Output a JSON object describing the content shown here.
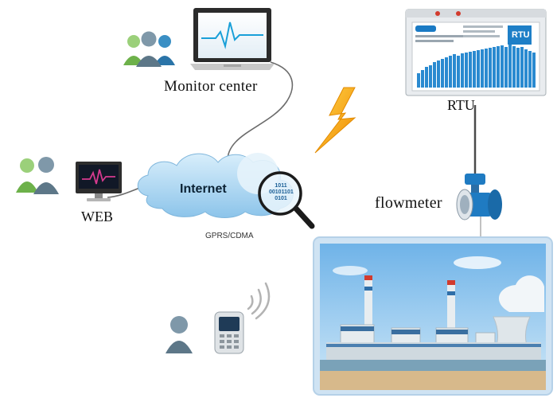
{
  "labels": {
    "monitor_center": "Monitor center",
    "rtu": "RTU",
    "web": "WEB",
    "internet": "Internet",
    "network_type": "GPRS/CDMA",
    "flowmeter": "flowmeter",
    "rtu_screen_tag": "RTU",
    "cloud_binary": [
      "1011",
      "00101101",
      "0101"
    ]
  },
  "colors": {
    "cloud": "#b9dcf3",
    "sky": "#8ec6ef",
    "plant_frame": "#cfe3f3",
    "bolt": "#f4a012",
    "cable": "#6a6a6a",
    "screen_line": "#1aa0d8"
  },
  "icons": [
    "users-icon",
    "laptop-icon",
    "desktop-monitor-icon",
    "user-icon",
    "mobile-phone-icon",
    "wireless-signal-icon",
    "lightning-icon",
    "magnifier-icon",
    "cloud-icon",
    "rtu-device-icon",
    "flowmeter-icon",
    "power-plant-image"
  ]
}
